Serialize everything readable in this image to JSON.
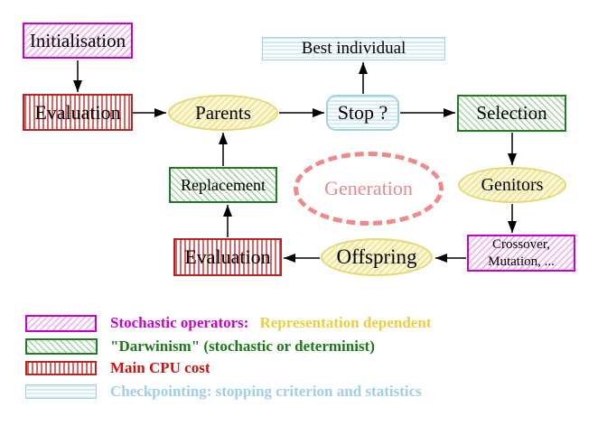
{
  "nodes": {
    "initialisation": "Initialisation",
    "evaluation_top": "Evaluation",
    "best_individual": "Best individual",
    "stop": "Stop ?",
    "selection": "Selection",
    "parents": "Parents",
    "replacement": "Replacement",
    "generation": "Generation",
    "genitors": "Genitors",
    "crossover_line1": "Crossover,",
    "crossover_line2": "Mutation, ...",
    "offspring": "Offspring",
    "evaluation_bottom": "Evaluation"
  },
  "edges": [
    {
      "from": "Initialisation",
      "to": "Evaluation"
    },
    {
      "from": "Evaluation",
      "to": "Parents"
    },
    {
      "from": "Parents",
      "to": "Stop ?"
    },
    {
      "from": "Stop ?",
      "to": "Best individual"
    },
    {
      "from": "Stop ?",
      "to": "Selection"
    },
    {
      "from": "Selection",
      "to": "Genitors"
    },
    {
      "from": "Genitors",
      "to": "Crossover, Mutation, ..."
    },
    {
      "from": "Crossover, Mutation, ...",
      "to": "Offspring"
    },
    {
      "from": "Offspring",
      "to": "Evaluation"
    },
    {
      "from": "Evaluation",
      "to": "Replacement"
    },
    {
      "from": "Replacement",
      "to": "Parents"
    }
  ],
  "legend": {
    "stochastic_label": "Stochastic operators:",
    "stochastic_extra": "Representation dependent",
    "darwinism_label": "\"Darwinism\" (stochastic or determinist)",
    "cpu_label": "Main CPU cost",
    "checkpoint_label": "Checkpointing: stopping criterion and statistics"
  },
  "colors": {
    "magenta": "#cc00cc",
    "green": "#1e7d1e",
    "red": "#bb2222",
    "cyan_text": "#9fd0e8",
    "yellow_border": "#e5d878",
    "gold_text": "#efce3b",
    "salmon": "#ee8a8a",
    "arrow": "#000000"
  }
}
